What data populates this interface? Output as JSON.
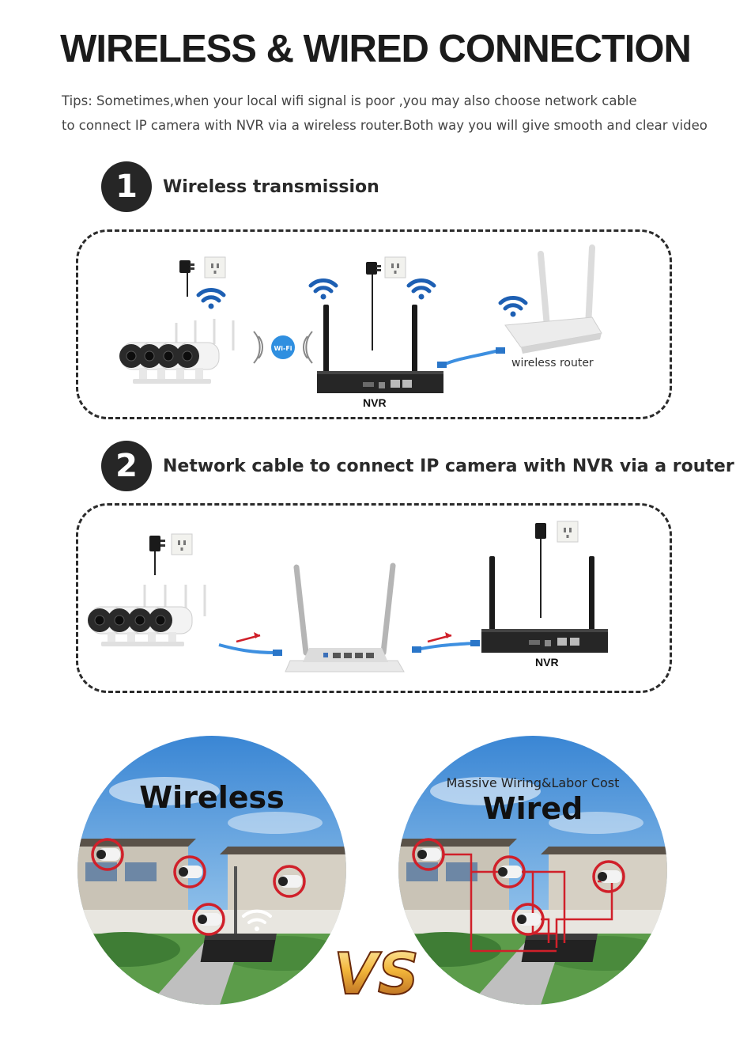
{
  "page": {
    "title": "WIRELESS & WIRED CONNECTION",
    "tips_line1": "Tips: Sometimes,when your local wifi signal is poor ,you may also choose network cable",
    "tips_line2": "to connect IP camera  with NVR via a wireless router.Both way you will give smooth and clear video"
  },
  "steps": [
    {
      "number": "1",
      "label": "Wireless transmission"
    },
    {
      "number": "2",
      "label": "Network cable to connect IP camera with NVR via a router"
    }
  ],
  "diagram1": {
    "nvr_label": "NVR",
    "router_label": "wireless router",
    "wifi_badge": "Wi-Fi"
  },
  "diagram2": {
    "nvr_label": "NVR"
  },
  "comparison": {
    "wireless_title": "Wireless",
    "wired_subtitle": "Massive Wiring&Labor Cost",
    "wired_title": "Wired",
    "vs_text": "VS"
  },
  "colors": {
    "accent_red": "#d0202a",
    "wifi_blue": "#1d5fb3",
    "dark": "#262626",
    "sky": "#3f8fd6"
  },
  "icons": [
    "wifi-icon",
    "power-adapter-icon",
    "wall-socket-icon",
    "camera-icon",
    "router-icon",
    "nvr-icon",
    "cable-icon",
    "arrow-icon"
  ]
}
